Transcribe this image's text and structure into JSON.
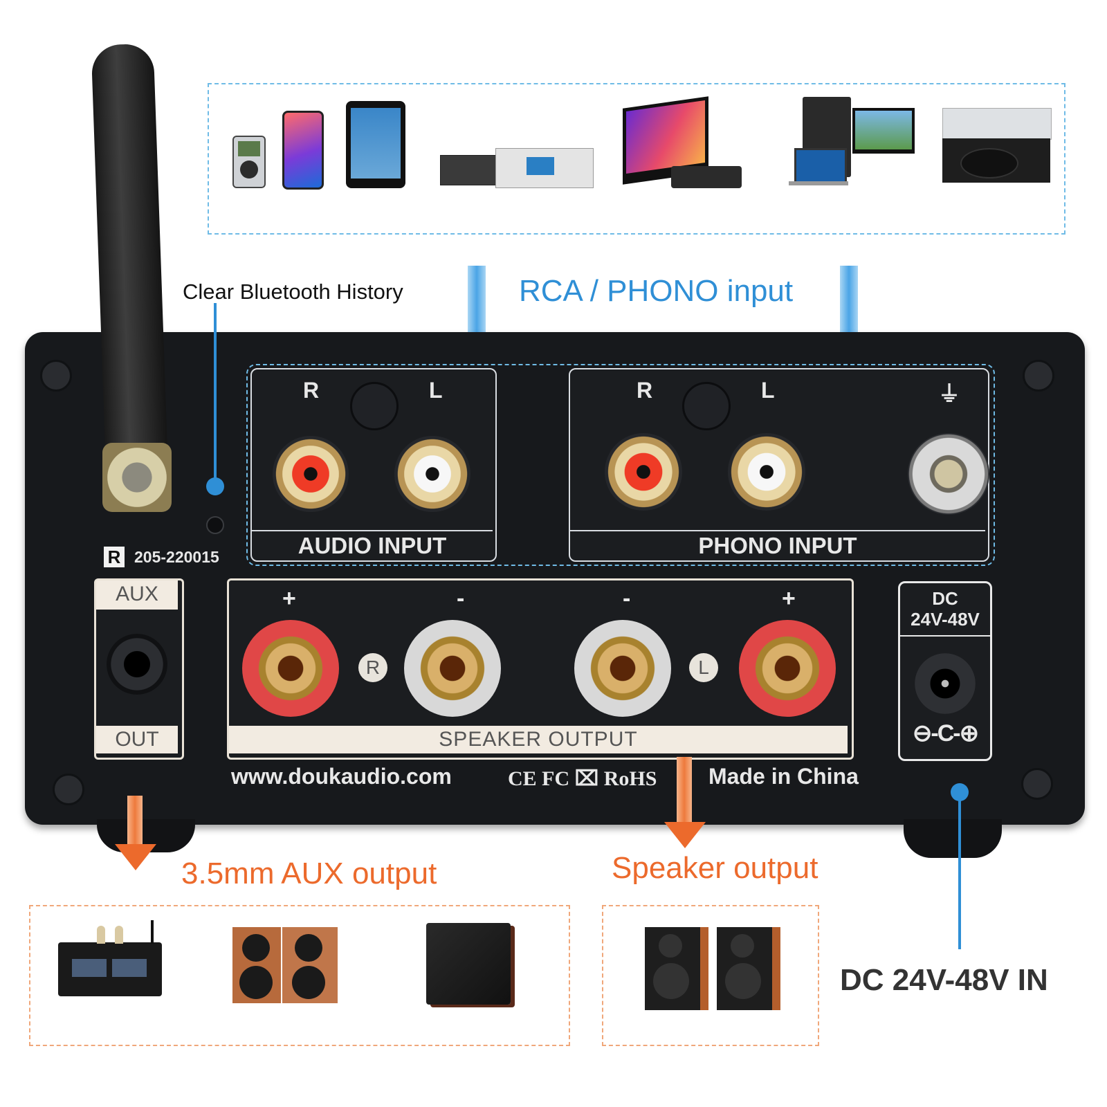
{
  "callouts": {
    "clear_bt": "Clear Bluetooth History",
    "rca_phono": "RCA / PHONO input",
    "aux_output": "3.5mm AUX output",
    "speaker_output": "Speaker output",
    "dc_in": "DC 24V-48V IN"
  },
  "panel": {
    "audio_input": "AUDIO INPUT",
    "phono_input": "PHONO INPUT",
    "r": "R",
    "l": "L",
    "aux": "AUX",
    "out": "OUT",
    "speaker_output": "SPEAKER OUTPUT",
    "plus": "+",
    "minus": "-",
    "dc_top": "DC",
    "dc_voltage": "24V-48V",
    "cert_r": "R",
    "cert_code": "205-220015",
    "website": "www.doukaudio.com",
    "marks": "CE FC ⌧ RoHS",
    "made_in": "Made in China"
  },
  "colors": {
    "blue": "#2f8fd6",
    "orange": "#ec6a2c",
    "panel": "#17191c"
  }
}
